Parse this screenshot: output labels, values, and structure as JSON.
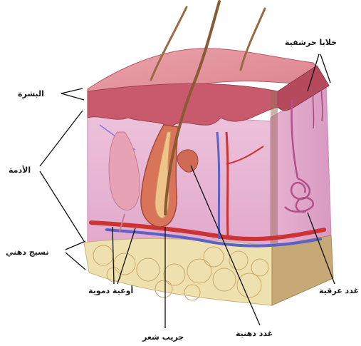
{
  "labels": {
    "squamous_cells": "خلايا حرشفية",
    "epidermis": "البشرة",
    "dermis": "الأدمة",
    "fatty_tissue": "نسيج دهني",
    "blood_vessels": "أوعية دموية",
    "sweat_glands": "غدد عرقية",
    "sebaceous_glands": "غدد دهنية",
    "hair_follicle": "جريب شعر"
  },
  "colors": {
    "epidermis": "#c95a6e",
    "epidermis_top": "#e59aa3",
    "dermis": "#e9b8d4",
    "fat": "#efe0b0",
    "follicle": "#d9745a",
    "hair": "#8a5a32",
    "artery": "#cc3333",
    "vein": "#5a62c8"
  }
}
